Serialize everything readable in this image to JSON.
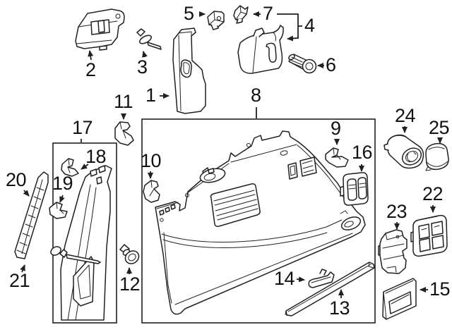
{
  "diagram": {
    "type": "exploded-parts-diagram",
    "background": "#ffffff",
    "line_color": "#231f20",
    "label_color": "#111111",
    "boxed_group_callouts": [
      "8",
      "17"
    ]
  },
  "callouts": [
    {
      "num": "1"
    },
    {
      "num": "2"
    },
    {
      "num": "3"
    },
    {
      "num": "4"
    },
    {
      "num": "5"
    },
    {
      "num": "6"
    },
    {
      "num": "7"
    },
    {
      "num": "8"
    },
    {
      "num": "9"
    },
    {
      "num": "10"
    },
    {
      "num": "11"
    },
    {
      "num": "12"
    },
    {
      "num": "13"
    },
    {
      "num": "14"
    },
    {
      "num": "15"
    },
    {
      "num": "16"
    },
    {
      "num": "17"
    },
    {
      "num": "18"
    },
    {
      "num": "19"
    },
    {
      "num": "20"
    },
    {
      "num": "21"
    },
    {
      "num": "22"
    },
    {
      "num": "23"
    },
    {
      "num": "24"
    },
    {
      "num": "25"
    }
  ]
}
